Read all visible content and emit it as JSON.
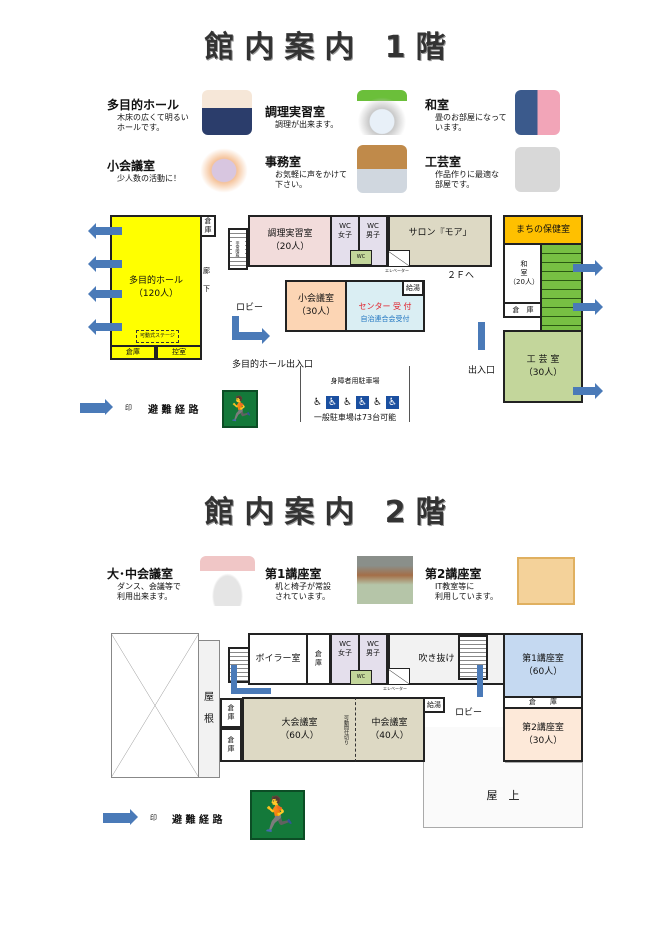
{
  "floor1": {
    "title": "館内案内 1階",
    "intro": [
      {
        "name": "多目的ホール",
        "desc": "木床の広くて明るい\nホールです。",
        "image": "choir-illustration"
      },
      {
        "name": "調理実習室",
        "desc": "調理が出来ます。",
        "image": "vegetable-scale-illustration"
      },
      {
        "name": "和室",
        "desc": "畳のお部屋になって\nいます。",
        "image": "kimono-women-illustration"
      },
      {
        "name": "小会議室",
        "desc": "少人数の活動に！",
        "image": "meeting-group-illustration"
      },
      {
        "name": "事務室",
        "desc": "お気軽に声をかけて\n下さい。",
        "image": "receptionist-illustration"
      },
      {
        "name": "工芸室",
        "desc": "作品作りに最適な\n部屋です。",
        "image": "craft-illustration"
      }
    ],
    "rooms": {
      "hall": "多目的ホール\n（120人）",
      "stage": "可動式ステージ",
      "hall_storage": "倉庫",
      "hall_waiting": "控室",
      "storage_top": "倉\n庫",
      "corridor": "廊\n下",
      "emergency_stairs": "非常階段",
      "cooking": "調理実習室\n（20人）",
      "wc_women": "WC\n女子",
      "wc_men": "WC\n男子",
      "wc": "WC",
      "salon": "サロン『モア」",
      "elevator": "エレベーター",
      "to_2f": "２Ｆへ",
      "health": "まちの保健室",
      "washitsu": "和\n室\n（20人）",
      "washitsu_storage": "倉　庫",
      "craft": "工 芸 室\n（30人）",
      "small_meeting": "小会議室\n（30人）",
      "reception": "センター 受 付",
      "reception_sub": "自治連合会受付",
      "kitchenette": "給湯",
      "lobby": "ロビー",
      "hall_entrance": "多目的ホール出入口",
      "entrance": "出入口"
    },
    "parking": {
      "title": "身障者用駐車場",
      "note": "一般駐車場は73台可能",
      "accessible_icon": "wheelchair-icon"
    },
    "legend": {
      "mark": "印",
      "label": "避 難 経 路"
    }
  },
  "floor2": {
    "title": "館内案内 2階",
    "intro": [
      {
        "name": "大･中会議室",
        "desc": "ダンス、会議等で\n利用出来ます。",
        "image": "presentation-illustration"
      },
      {
        "name": "第1講座室",
        "desc": "机と椅子が常設\nされています。",
        "image": "classroom-photo"
      },
      {
        "name": "第2講座室",
        "desc": "IT教室等に\n利用しています。",
        "image": "computer-class-illustration"
      }
    ],
    "rooms": {
      "roof": "屋\n根",
      "storage1": "倉\n庫",
      "storage2": "倉\n庫",
      "boiler": "ボイラー室",
      "storage3": "倉\n庫",
      "wc_women": "WC\n女子",
      "wc_men": "WC\n男子",
      "wc": "WC",
      "elevator": "エレベーター",
      "atrium": "吹き抜け",
      "lecture1": "第1講座室\n（60人）",
      "lecture_storage": "倉　　庫",
      "lecture2": "第2講座室\n（30人）",
      "large_meeting": "大会議室\n（60人）",
      "partition": "可動間仕切り",
      "mid_meeting": "中会議室\n（40人）",
      "kitchenette": "給湯",
      "lobby": "ロビー",
      "rooftop": "屋　上"
    },
    "legend": {
      "mark": "印",
      "label": "避 難 経 路"
    }
  },
  "colors": {
    "hall": "#ffff00",
    "cooking": "#f2dcdb",
    "wc": "#e4dfec",
    "salon": "#ddd9c4",
    "health": "#ffc000",
    "tatami": "#77c043",
    "craft": "#c3d69b",
    "small_meeting": "#fcd5b4",
    "reception": "#daeef3",
    "lecture1": "#c5d9f1",
    "lecture2": "#fde9d9",
    "meeting": "#ddd9c4",
    "arrow": "#4a7ab8",
    "exit": "#14793a"
  }
}
